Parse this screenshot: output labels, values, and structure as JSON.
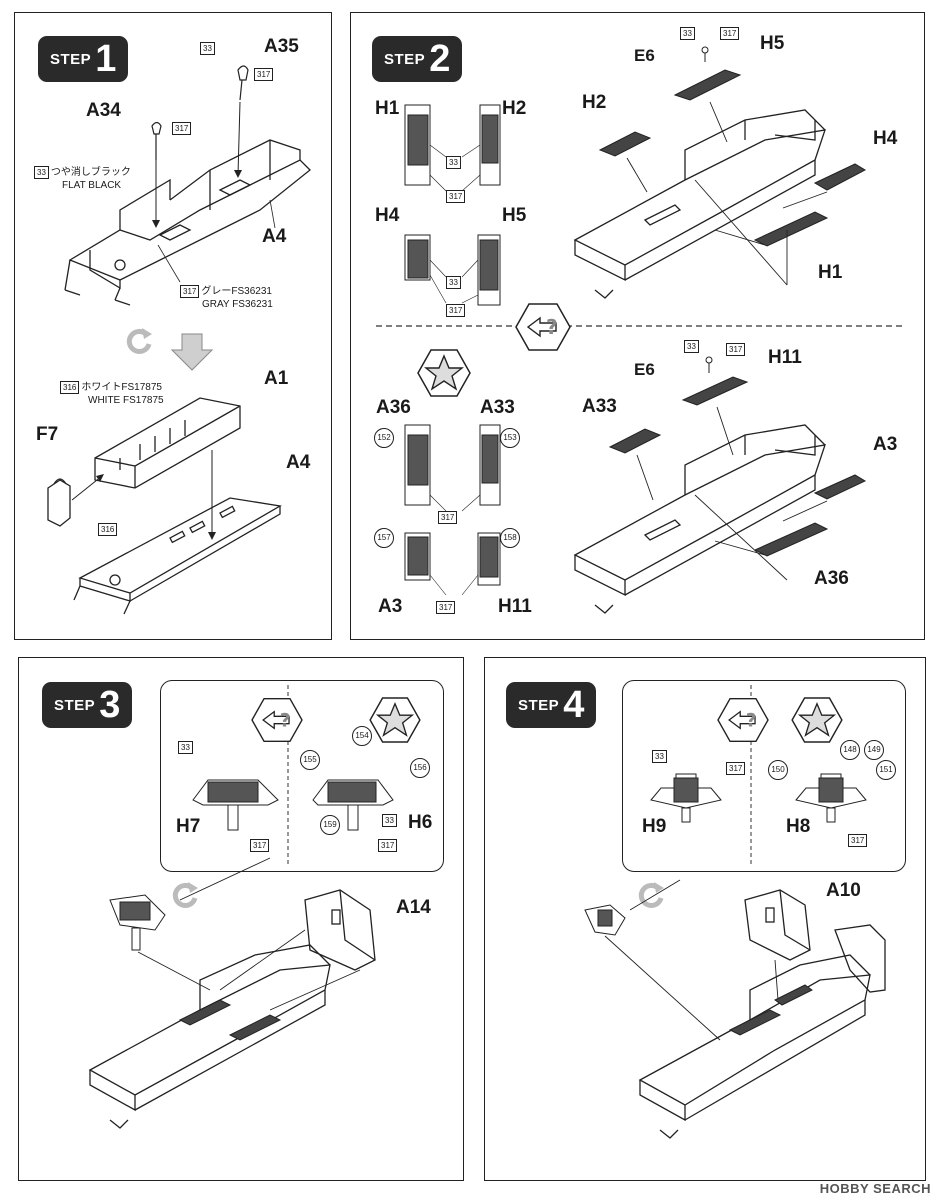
{
  "steps": {
    "step1": {
      "word": "STEP",
      "num": "1"
    },
    "step2": {
      "word": "STEP",
      "num": "2"
    },
    "step3": {
      "word": "STEP",
      "num": "3"
    },
    "step4": {
      "word": "STEP",
      "num": "4"
    }
  },
  "step1": {
    "parts": {
      "a35": "A35",
      "a34": "A34",
      "a4_top": "A4",
      "a1": "A1",
      "f7": "F7",
      "a4_bottom": "A4"
    },
    "codes": {
      "c33a": "33",
      "c317a": "317",
      "c317b": "317",
      "c316": "316"
    },
    "notes": {
      "flat_black_code": "33",
      "flat_black_jp": "つや消しブラック",
      "flat_black_en": "FLAT BLACK",
      "gray_code": "317",
      "gray_jp": "グレーFS36231",
      "gray_en": "GRAY FS36231",
      "white_code": "316",
      "white_jp": "ホワイトFS17875",
      "white_en": "WHITE FS17875"
    }
  },
  "step2": {
    "top": {
      "h1": "H1",
      "h2": "H2",
      "h4": "H4",
      "h5": "H5",
      "a_h2": "H2",
      "a_h5": "H5",
      "a_h4": "H4",
      "a_h1": "H1",
      "e6": "E6",
      "c33_1": "33",
      "c33_2": "33",
      "c317_1": "317",
      "c317_2": "317",
      "c33_e6": "33",
      "c317_e6": "317"
    },
    "bottom": {
      "a36": "A36",
      "a33": "A33",
      "a3": "A3",
      "h11": "H11",
      "b_a33": "A33",
      "b_h11": "H11",
      "b_a3": "A3",
      "b_a36": "A36",
      "e6": "E6",
      "c152": "152",
      "c153": "153",
      "c157": "157",
      "c158": "158",
      "c317a": "317",
      "c317b": "317",
      "c33_e6": "33",
      "c317_e6": "317"
    }
  },
  "step3": {
    "h7": "H7",
    "h6": "H6",
    "a14": "A14",
    "c33": "33",
    "c317": "317",
    "c154": "154",
    "c155": "155",
    "c156": "156",
    "c159": "159",
    "c33b": "33",
    "c317b": "317"
  },
  "step4": {
    "h9": "H9",
    "h8": "H8",
    "a10": "A10",
    "c33": "33",
    "c317": "317",
    "c148": "148",
    "c149": "149",
    "c150": "150",
    "c151": "151",
    "c317b": "317"
  },
  "watermark": "HOBBY SEARCH",
  "colors": {
    "ink": "#1a1a1a",
    "badge": "#2a2a2a"
  }
}
